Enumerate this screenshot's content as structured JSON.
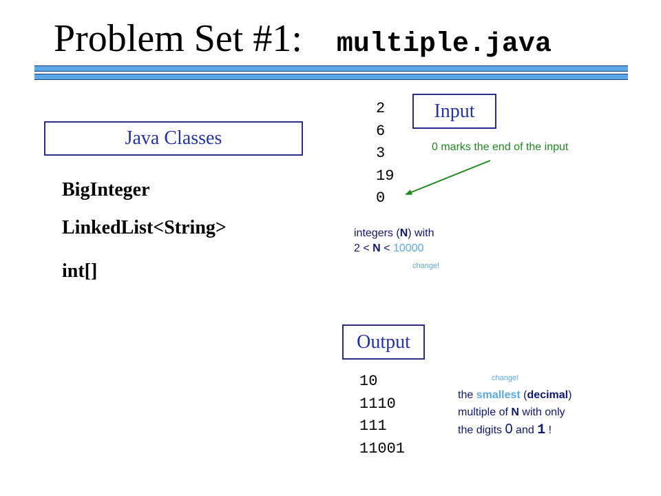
{
  "title": {
    "main": "Problem Set #1:",
    "file": "multiple.java"
  },
  "java_classes": {
    "label": "Java Classes",
    "items": [
      "BigInteger",
      "LinkedList<String>",
      "int[]"
    ]
  },
  "input": {
    "label": "Input",
    "values": "2\n6\n3\n19\n0",
    "end_note": "0 marks the end of the input",
    "constraint": {
      "l1_pre": "integers (",
      "n": "N",
      "l1_post": ") with",
      "l2_pre": "2 < ",
      "l2_mid": " < ",
      "l2_max": "10000"
    },
    "change": "change!"
  },
  "output": {
    "label": "Output",
    "values": "10\n1110\n111\n11001",
    "change": "change!",
    "desc": {
      "l1_pre": "the ",
      "smallest": "smallest",
      "l1_mid": " (",
      "decimal": "decimal",
      "l1_post": ")",
      "l2_pre": "multiple of ",
      "n": "N",
      "l2_post": " with only",
      "l3_pre": "the digits ",
      "zero": "0",
      "l3_mid": " and ",
      "one": "1",
      "l3_post": "  !"
    }
  },
  "colors": {
    "accent": "#5aa9e6",
    "box_border": "#2a2a8c",
    "box_text": "#2233a8",
    "note_green": "#1d8a1d",
    "text_navy": "#0d1770"
  }
}
